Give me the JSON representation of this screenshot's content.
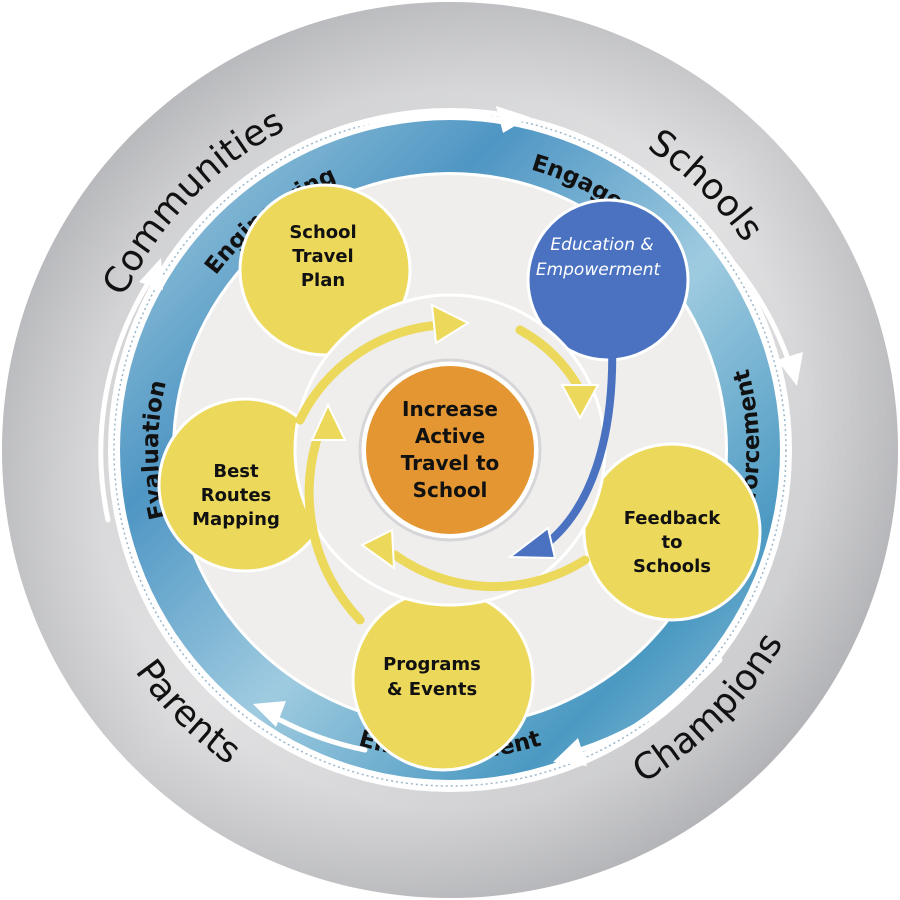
{
  "outer_ring": {
    "labels": [
      "Communities",
      "Schools",
      "Champions",
      "Parents"
    ]
  },
  "band": {
    "labels": [
      "Engineering",
      "Engagement",
      "Enforcement",
      "Empowerment",
      "Evaluation"
    ]
  },
  "center": {
    "lines": [
      "Increase",
      "Active",
      "Travel to",
      "School"
    ]
  },
  "bubbles": [
    {
      "lines": [
        "School",
        "Travel",
        "Plan"
      ]
    },
    {
      "lines": [
        "Education &",
        "Empowerment"
      ]
    },
    {
      "lines": [
        "Feedback",
        "to",
        "Schools"
      ]
    },
    {
      "lines": [
        "Programs",
        "& Events"
      ]
    },
    {
      "lines": [
        "Best",
        "Routes",
        "Mapping"
      ]
    }
  ],
  "colors": {
    "outer_ring": "#b9babd",
    "band": "#5a9fc6",
    "inner_bg": "#efeeed",
    "yellow": "#ecd95c",
    "blue_bubble": "#4a72c1",
    "center": "#e39632"
  }
}
